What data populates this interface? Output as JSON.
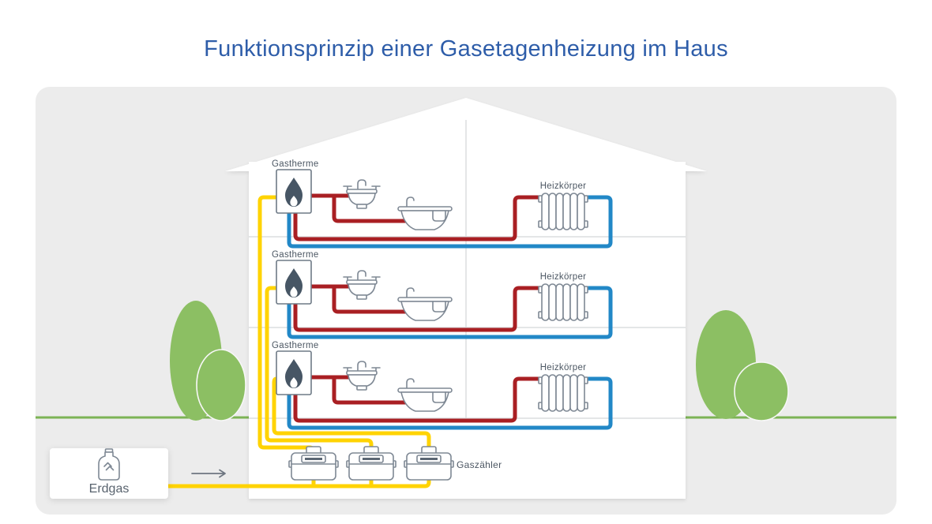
{
  "title": "Funktionsprinzip einer Gasetagenheizung im Haus",
  "house": {
    "floors": [
      {
        "boiler_label": "Gastherme",
        "radiator_label": "Heizkörper"
      },
      {
        "boiler_label": "Gastherme",
        "radiator_label": "Heizkörper"
      },
      {
        "boiler_label": "Gastherme",
        "radiator_label": "Heizkörper"
      }
    ]
  },
  "supply": {
    "meter_label": "Gaszähler",
    "meter_count": 3,
    "source_label": "Erdgas"
  },
  "colors": {
    "gas_pipe": "#FFD302",
    "hot_water_pipe": "#A91F23",
    "return_pipe": "#2288C7",
    "bush_green": "#8CBF63",
    "ground_line_green": "#7CB355",
    "title_text": "#2E5DA9",
    "flame_slate": "#475665"
  }
}
